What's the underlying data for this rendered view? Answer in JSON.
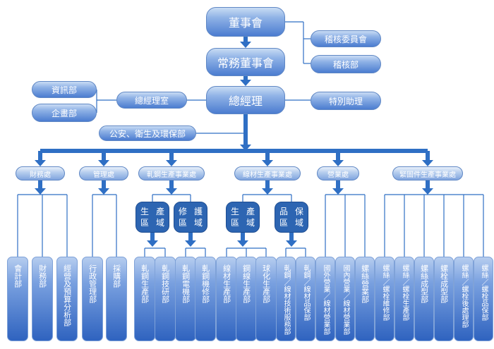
{
  "top": {
    "board": "董事會",
    "audit_committee": "稽核委員會",
    "audit_dept": "稽核部",
    "standing_board": "常務董事會",
    "general_manager": "總經理",
    "special_assistant": "特別助理",
    "gm_office": "總經理室",
    "it_dept": "資訊部",
    "planning_dept": "企畫部",
    "safety_dept": "公安、衛生及環保部"
  },
  "divisions": {
    "finance": "財務處",
    "management": "管理處",
    "rolled_steel": "軋鋼生產事業處",
    "wire": "線材生產事業處",
    "sales": "營業處",
    "fastener": "緊固件生產事業處"
  },
  "areas": {
    "production_area_1": [
      "生",
      "產",
      "區",
      "域"
    ],
    "maintenance_area": [
      "修",
      "護",
      "區",
      "域"
    ],
    "production_area_2": [
      "生",
      "產",
      "區",
      "域"
    ],
    "quality_area": [
      "品",
      "保",
      "區",
      "域"
    ]
  },
  "departments": {
    "finance": [
      "會計部",
      "財務部",
      "經營及預算分析部"
    ],
    "management": [
      "行政管理部",
      "採購部"
    ],
    "rolled_steel": [
      "軋鋼生產部",
      "軋鋼技研部",
      "軋鋼電機部",
      "軋鋼機修部"
    ],
    "wire_production": [
      "線材生產部",
      "鋼線生產部",
      "球化生產部"
    ],
    "wire_quality": [
      "軋鋼／線材技術服務部",
      "軋鋼／線材品保部"
    ],
    "sales": [
      "國外營業／線材營業部",
      "國內營業／線材營業部",
      "螺絲營業部"
    ],
    "fastener": [
      "螺絲／螺栓維修部",
      "螺絲／螺栓生產部",
      "螺絲成型部",
      "螺栓成型部",
      "螺絲／螺栓後處理部",
      "螺絲／螺栓品保部"
    ]
  }
}
